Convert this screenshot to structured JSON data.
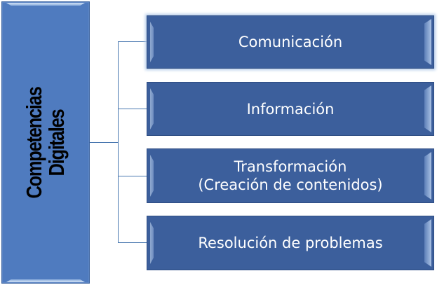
{
  "diagram": {
    "root": {
      "line1": "Competencias",
      "line2": "Digitales"
    },
    "children": [
      {
        "label": "Comunicación"
      },
      {
        "label": "Información"
      },
      {
        "label_line1": "Transformación",
        "label_line2": "(Creación de contenidos)"
      },
      {
        "label": "Resolución de problemas"
      }
    ],
    "colors": {
      "root_fill": "#4f7bbf",
      "child_fill": "#3c5f9c",
      "connector": "#4a78b0",
      "child_text": "#ffffff",
      "root_text": "#000000"
    }
  }
}
